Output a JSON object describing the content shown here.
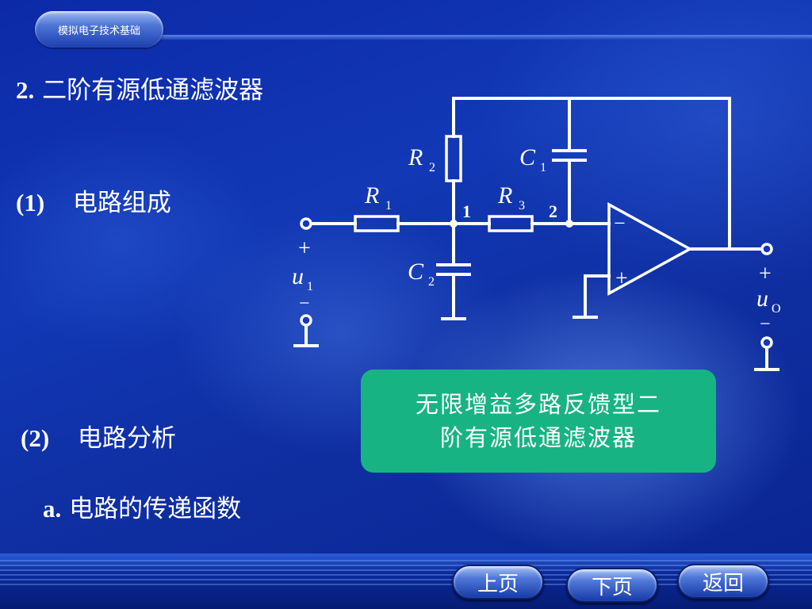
{
  "header": {
    "course_title": "模拟电子技术基础"
  },
  "content": {
    "section_number": "2.",
    "section_title": "二阶有源低通滤波器",
    "item1_number": "(1)",
    "item1_title": "电路组成",
    "item2_number": "(2)",
    "item2_title": "电路分析",
    "subitem_a_number": "a.",
    "subitem_a_title": "电路的传递函数"
  },
  "circuit": {
    "r1": "R",
    "r1_sub": "1",
    "r2": "R",
    "r2_sub": "2",
    "r3": "R",
    "r3_sub": "3",
    "c1": "C",
    "c1_sub": "1",
    "c2": "C",
    "c2_sub": "2",
    "node1": "1",
    "node2": "2",
    "input_var": "u",
    "input_sub": "1",
    "output_var": "u",
    "output_sub": "O",
    "plus": "+",
    "minus": "−",
    "opamp_minus": "−",
    "opamp_plus": "+"
  },
  "note": {
    "line1": "无限增益多路反馈型二",
    "line2": "阶有源低通滤波器"
  },
  "nav": {
    "prev": "上页",
    "next": "下页",
    "back": "返回"
  },
  "colors": {
    "background": "#1238b6",
    "note_box": "#18b383",
    "text": "#ffffff"
  }
}
